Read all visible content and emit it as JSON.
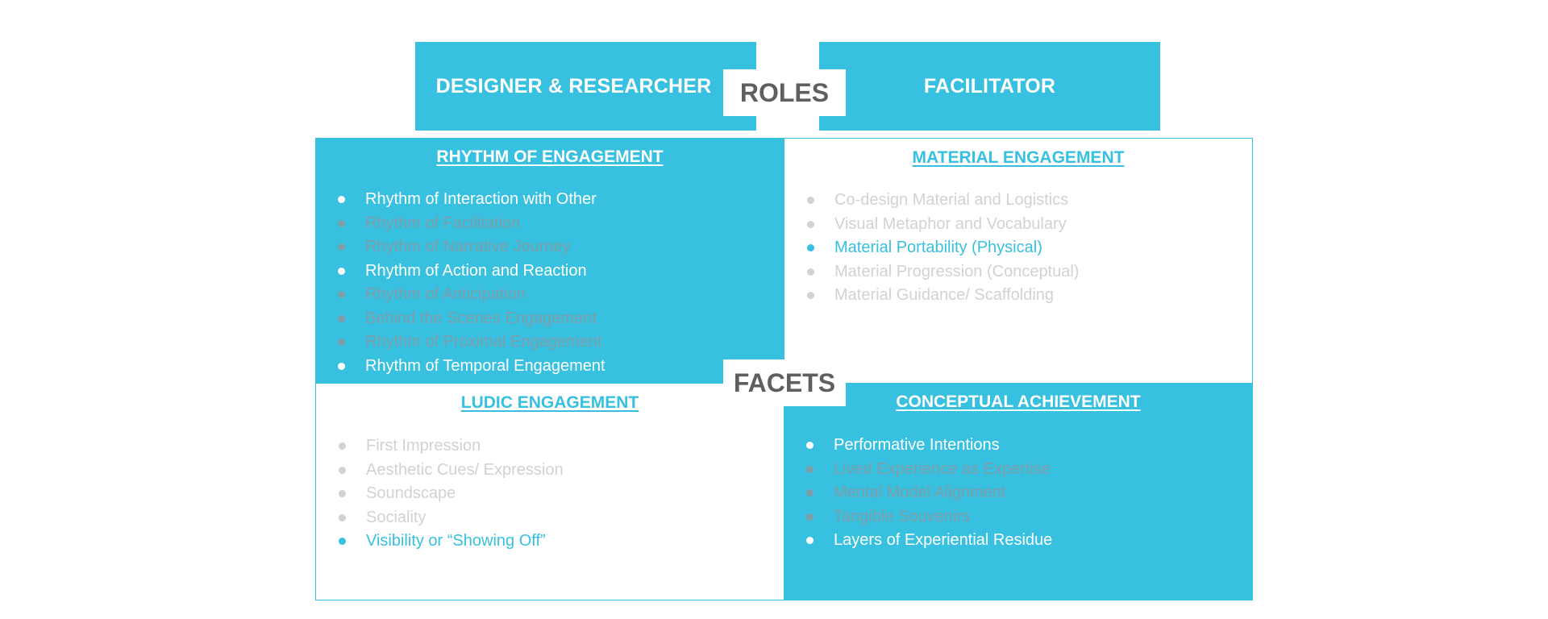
{
  "colors": {
    "accent": "#37c0e0",
    "white": "#ffffff",
    "gray_text": "#d2d2d2",
    "dim_on_accent": "#7f9da8",
    "label_gray": "#5f5f5f"
  },
  "roles": {
    "label": "ROLES",
    "left": "DESIGNER & RESEARCHER",
    "right": "FACILITATOR"
  },
  "facets": {
    "label": "FACETS",
    "quadrants": [
      {
        "title": "RHYTHM OF ENGAGEMENT",
        "items": [
          {
            "text": "Rhythm of Interaction with Other",
            "state": "highlighted"
          },
          {
            "text": "Rhythm of Facilitation",
            "state": "dimmed"
          },
          {
            "text": "Rhythm of Narrative Journey",
            "state": "dimmed"
          },
          {
            "text": "Rhythm of Action and Reaction",
            "state": "highlighted"
          },
          {
            "text": "Rhythm of Anticipation",
            "state": "dimmed"
          },
          {
            "text": "Behind the Scenes Engagement",
            "state": "dimmed"
          },
          {
            "text": "Rhythm of Proximal Engagement",
            "state": "dimmed"
          },
          {
            "text": "Rhythm of Temporal Engagement",
            "state": "highlighted"
          }
        ]
      },
      {
        "title": "MATERIAL  ENGAGEMENT",
        "items": [
          {
            "text": "Co-design Material and Logistics",
            "state": "dimmed"
          },
          {
            "text": "Visual Metaphor and Vocabulary",
            "state": "dimmed"
          },
          {
            "text": "Material Portability (Physical)",
            "state": "highlighted"
          },
          {
            "text": "Material Progression (Conceptual)",
            "state": "dimmed"
          },
          {
            "text": "Material Guidance/ Scaffolding",
            "state": "dimmed"
          }
        ]
      },
      {
        "title": "LUDIC  ENGAGEMENT",
        "items": [
          {
            "text": "First Impression",
            "state": "dimmed"
          },
          {
            "text": "Aesthetic Cues/ Expression",
            "state": "dimmed"
          },
          {
            "text": "Soundscape",
            "state": "dimmed"
          },
          {
            "text": "Sociality",
            "state": "dimmed"
          },
          {
            "text": "Visibility or “Showing Off”",
            "state": "highlighted"
          }
        ]
      },
      {
        "title": "CONCEPTUAL ACHIEVEMENT",
        "items": [
          {
            "text": "Performative Intentions",
            "state": "highlighted"
          },
          {
            "text": "Lived Experience as Expertise",
            "state": "dimmed"
          },
          {
            "text": "Mental Model Alignment",
            "state": "dimmed"
          },
          {
            "text": "Tangible Souvenirs",
            "state": "dimmed"
          },
          {
            "text": "Layers of Experiential Residue",
            "state": "highlighted"
          }
        ]
      }
    ]
  }
}
